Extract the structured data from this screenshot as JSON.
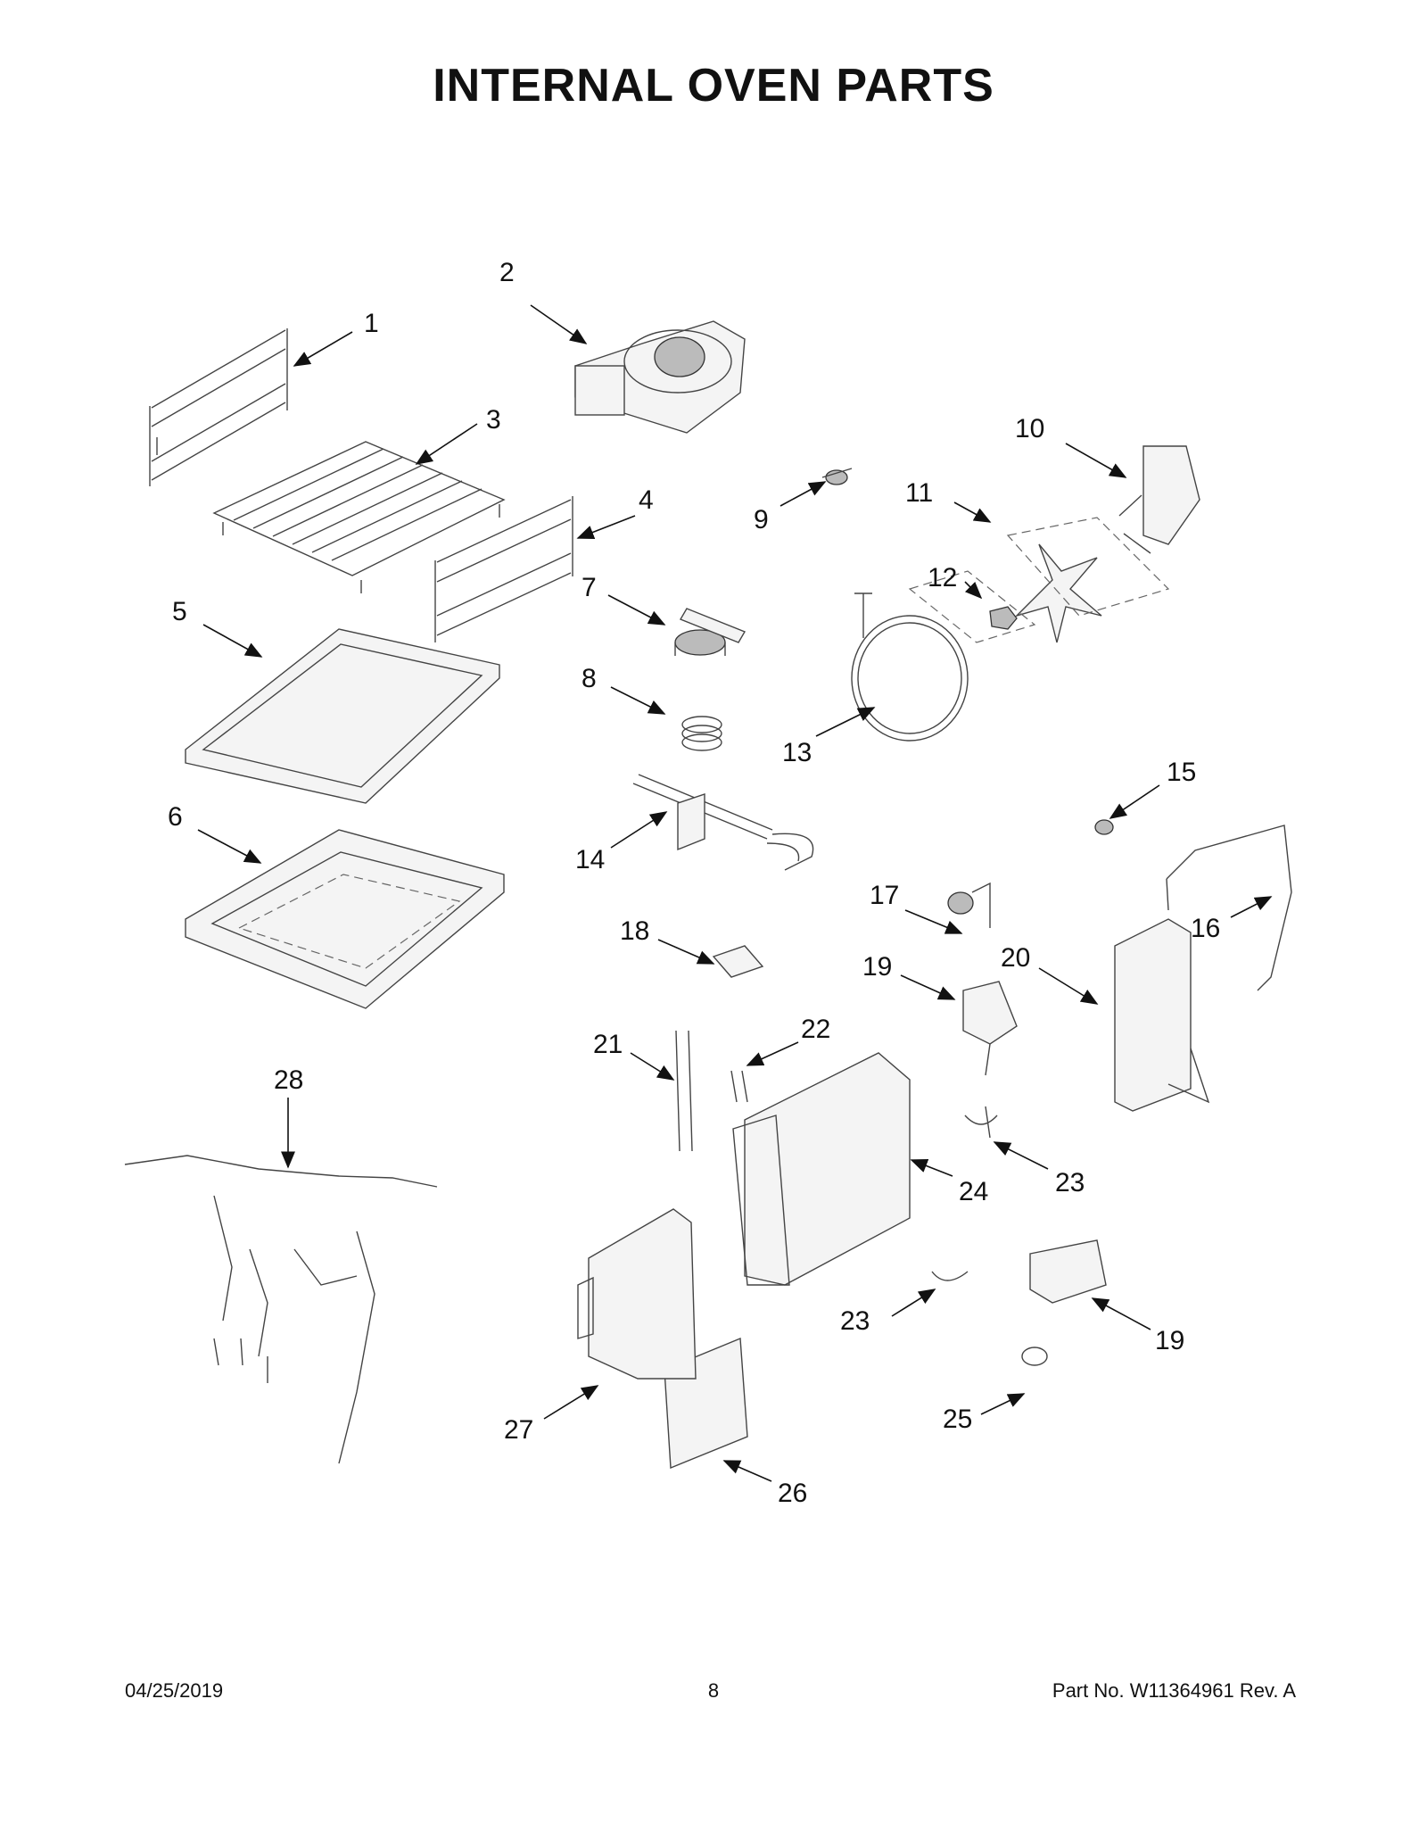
{
  "title": "INTERNAL OVEN PARTS",
  "callouts": [
    "1",
    "2",
    "3",
    "4",
    "5",
    "6",
    "7",
    "8",
    "9",
    "10",
    "11",
    "12",
    "13",
    "14",
    "15",
    "16",
    "17",
    "18",
    "19",
    "20",
    "21",
    "22",
    "23",
    "24",
    "19",
    "23",
    "25",
    "26",
    "27",
    "28"
  ],
  "footer": {
    "date": "04/25/2019",
    "page": "8",
    "part_no": "Part No.  W11364961   Rev.  A"
  }
}
